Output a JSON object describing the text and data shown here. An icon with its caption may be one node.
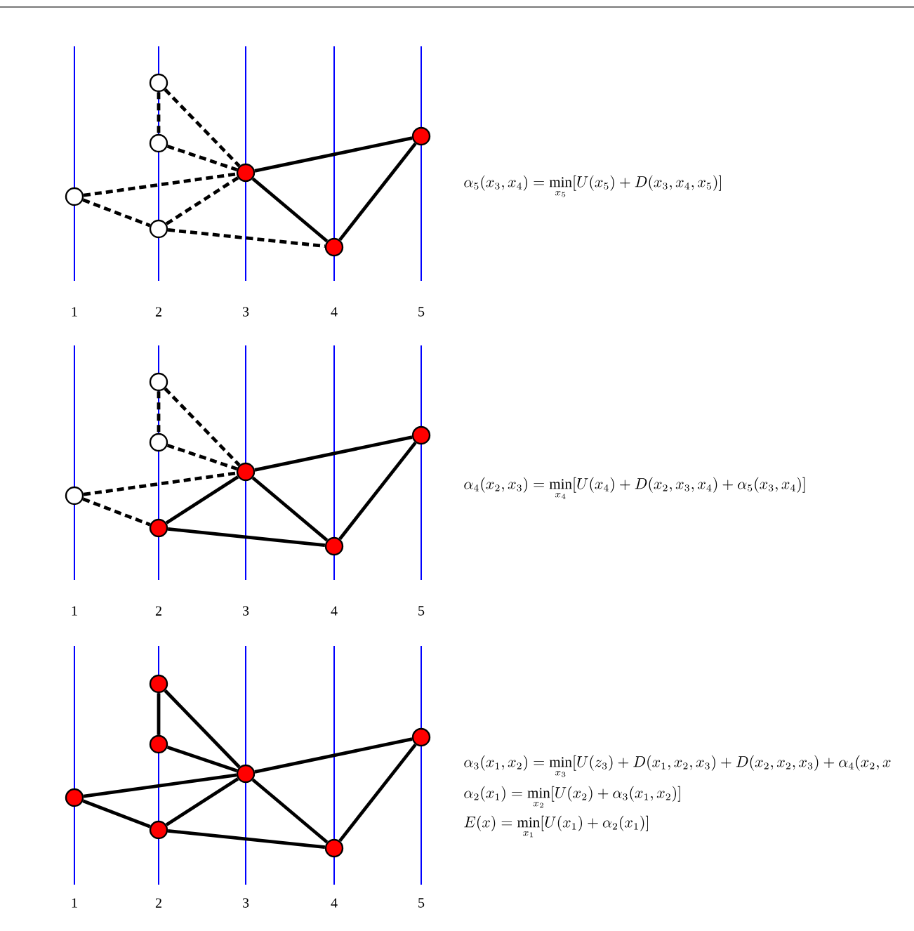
{
  "diagram": {
    "nodes": [
      {
        "text": [],
        "shape": "circle"
      },
      {
        "text": [],
        "shape": "circle"
      },
      {
        "text": [],
        "shape": "circle"
      },
      {
        "text": [],
        "shape": "circle"
      },
      {
        "text": [],
        "shape": "circle"
      },
      {
        "text": [],
        "shape": "circle"
      },
      {
        "text": [],
        "shape": "circle"
      },
      {
        "text": [],
        "shape": "circle"
      },
      {
        "text": [],
        "shape": "circle"
      },
      {
        "text": [],
        "shape": "circle"
      },
      {
        "text": [],
        "shape": "circle"
      },
      {
        "text": [],
        "shape": "circle"
      },
      {
        "text": [],
        "shape": "circle"
      },
      {
        "text": [],
        "shape": "circle"
      },
      {
        "text": [],
        "shape": "circle"
      },
      {
        "text": [],
        "shape": "circle"
      },
      {
        "text": [],
        "shape": "circle"
      },
      {
        "text": [],
        "shape": "circle"
      },
      {
        "text": [],
        "shape": "circle"
      },
      {
        "text": [],
        "shape": "circle"
      },
      {
        "text": [],
        "shape": "circle"
      }
    ],
    "edges": [
      {
        "from": 1,
        "to": 2,
        "arrow": "none",
        "style": "dashed"
      },
      {
        "from": 1,
        "to": 4,
        "arrow": "none",
        "style": "dashed"
      },
      {
        "from": 2,
        "to": 4,
        "arrow": "none",
        "style": "dashed"
      },
      {
        "from": 0,
        "to": 4,
        "arrow": "none",
        "style": "dashed"
      },
      {
        "from": 0,
        "to": 3,
        "arrow": "none",
        "style": "dashed"
      },
      {
        "from": 3,
        "to": 4,
        "arrow": "none",
        "style": "dashed"
      },
      {
        "from": 3,
        "to": 5,
        "arrow": "none",
        "style": "dashed"
      },
      {
        "from": 4,
        "to": 5,
        "arrow": "none"
      },
      {
        "from": 4,
        "to": 6,
        "arrow": "none"
      },
      {
        "from": 5,
        "to": 6,
        "arrow": "none"
      },
      {
        "from": 8,
        "to": 9,
        "arrow": "none",
        "style": "dashed"
      },
      {
        "from": 8,
        "to": 11,
        "arrow": "none",
        "style": "dashed"
      },
      {
        "from": 9,
        "to": 11,
        "arrow": "none",
        "style": "dashed"
      },
      {
        "from": 7,
        "to": 11,
        "arrow": "none",
        "style": "dashed"
      },
      {
        "from": 7,
        "to": 10,
        "arrow": "none",
        "style": "dashed"
      },
      {
        "from": 10,
        "to": 11,
        "arrow": "none"
      },
      {
        "from": 10,
        "to": 12,
        "arrow": "none"
      },
      {
        "from": 11,
        "to": 12,
        "arrow": "none"
      },
      {
        "from": 11,
        "to": 13,
        "arrow": "none"
      },
      {
        "from": 12,
        "to": 13,
        "arrow": "none"
      },
      {
        "from": 15,
        "to": 16,
        "arrow": "none"
      },
      {
        "from": 15,
        "to": 18,
        "arrow": "none"
      },
      {
        "from": 16,
        "to": 18,
        "arrow": "none"
      },
      {
        "from": 14,
        "to": 18,
        "arrow": "none"
      },
      {
        "from": 14,
        "to": 17,
        "arrow": "none"
      },
      {
        "from": 17,
        "to": 18,
        "arrow": "none"
      },
      {
        "from": 17,
        "to": 19,
        "arrow": "none"
      },
      {
        "from": 18,
        "to": 19,
        "arrow": "none"
      },
      {
        "from": 18,
        "to": 20,
        "arrow": "none"
      },
      {
        "from": 19,
        "to": 20,
        "arrow": "none"
      }
    ],
    "labels": [
      "\\alpha_5(x_3,x_4)=\\min\\limits_{x_5}[U(x_5)+D(x_3,x_4,x_5)]",
      "1",
      "2",
      "3",
      "4",
      "5",
      "\\alpha_4(x_2,x_3)=\\min\\limits_{x_4}[U(x_4)+D(x_2,x_3,x_4)+\\alpha_5(x_3,x_4)]",
      "1",
      "2",
      "3",
      "4",
      "5",
      "\\alpha_3(x_1,x_2)=\\min\\limits_{x_3}[U(z_3)+D(x_1,x_2,x_3)+D(x_2,x_2,x_3)+\\alpha_4(x_2,x",
      "\\alpha_2(x_1)=\\min\\limits_{x_2}[U(x_2)+\\alpha_3(x_1,x_2)]",
      "E(x)=\\min\\limits_{x_1}[U(x_1)+\\alpha_2(x_1)]",
      "1",
      "2",
      "3",
      "4",
      "5"
    ]
  }
}
